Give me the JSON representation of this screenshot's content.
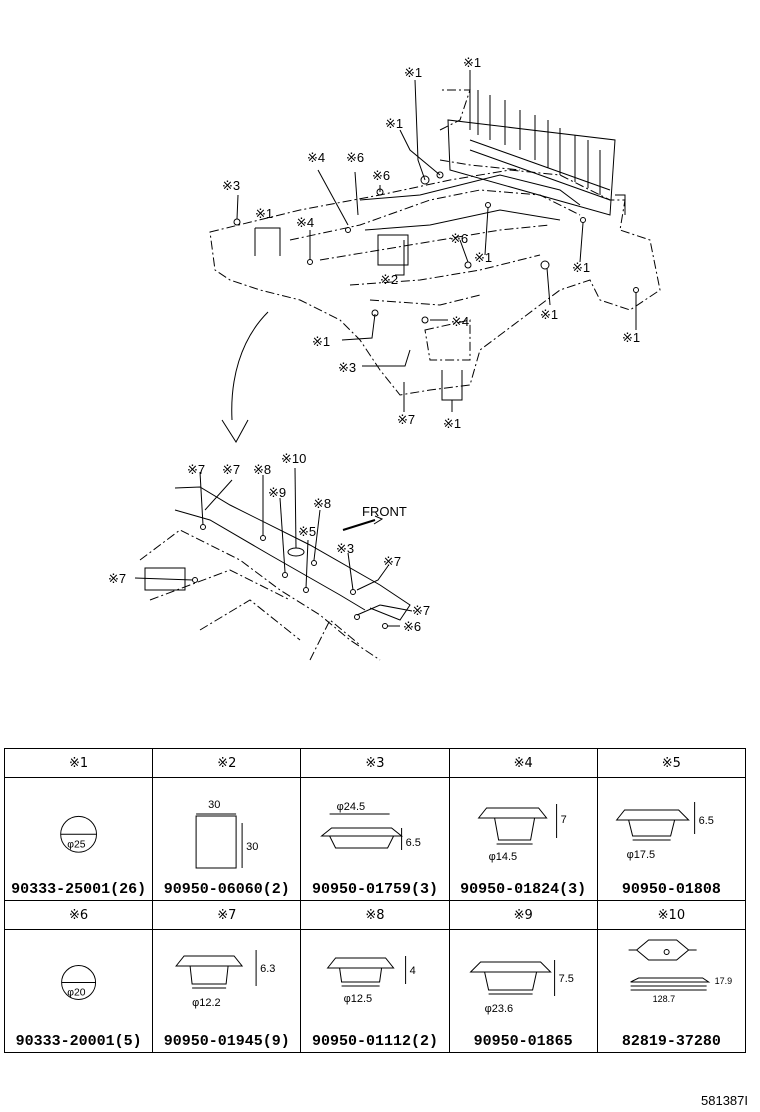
{
  "diagram": {
    "front_label": "FRONT",
    "callouts_top": [
      {
        "id": "c1",
        "text": "※1"
      },
      {
        "id": "c2",
        "text": "※1"
      },
      {
        "id": "c3",
        "text": "※1"
      },
      {
        "id": "c4",
        "text": "※6"
      },
      {
        "id": "c5",
        "text": "※4"
      },
      {
        "id": "c6",
        "text": "※6"
      },
      {
        "id": "c7",
        "text": "※3"
      },
      {
        "id": "c8",
        "text": "※1"
      },
      {
        "id": "c9",
        "text": "※4"
      },
      {
        "id": "c10",
        "text": "※6"
      },
      {
        "id": "c11",
        "text": "※1"
      },
      {
        "id": "c12",
        "text": "※1"
      },
      {
        "id": "c13",
        "text": "※2"
      },
      {
        "id": "c14",
        "text": "※1"
      },
      {
        "id": "c15",
        "text": "※4"
      },
      {
        "id": "c16",
        "text": "※1"
      },
      {
        "id": "c17",
        "text": "※1"
      },
      {
        "id": "c18",
        "text": "※3"
      },
      {
        "id": "c19",
        "text": "※7"
      },
      {
        "id": "c20",
        "text": "※1"
      }
    ],
    "callouts_bottom": [
      {
        "id": "b1",
        "text": "※7"
      },
      {
        "id": "b2",
        "text": "※7"
      },
      {
        "id": "b3",
        "text": "※8"
      },
      {
        "id": "b4",
        "text": "※10"
      },
      {
        "id": "b5",
        "text": "※9"
      },
      {
        "id": "b6",
        "text": "※8"
      },
      {
        "id": "b7",
        "text": "※5"
      },
      {
        "id": "b8",
        "text": "※3"
      },
      {
        "id": "b9",
        "text": "※7"
      },
      {
        "id": "b10",
        "text": "※7"
      },
      {
        "id": "b11",
        "text": "※7"
      },
      {
        "id": "b12",
        "text": "※6"
      }
    ]
  },
  "parts": [
    {
      "key": "※1",
      "part_number": "90333-25001(26)",
      "dims": [
        "φ25"
      ]
    },
    {
      "key": "※2",
      "part_number": "90950-06060(2)",
      "dims": [
        "30",
        "30"
      ]
    },
    {
      "key": "※3",
      "part_number": "90950-01759(3)",
      "dims": [
        "φ24.5",
        "6.5"
      ]
    },
    {
      "key": "※4",
      "part_number": "90950-01824(3)",
      "dims": [
        "7",
        "φ14.5"
      ]
    },
    {
      "key": "※5",
      "part_number": "90950-01808",
      "dims": [
        "6.5",
        "φ17.5"
      ]
    },
    {
      "key": "※6",
      "part_number": "90333-20001(5)",
      "dims": [
        "φ20"
      ]
    },
    {
      "key": "※7",
      "part_number": "90950-01945(9)",
      "dims": [
        "6.3",
        "φ12.2"
      ]
    },
    {
      "key": "※8",
      "part_number": "90950-01112(2)",
      "dims": [
        "4",
        "φ12.5"
      ]
    },
    {
      "key": "※9",
      "part_number": "90950-01865",
      "dims": [
        "7.5",
        "φ23.6"
      ]
    },
    {
      "key": "※10",
      "part_number": "82819-37280",
      "dims": [
        "17.9",
        "128.7"
      ]
    }
  ],
  "figure_id": "581387I"
}
